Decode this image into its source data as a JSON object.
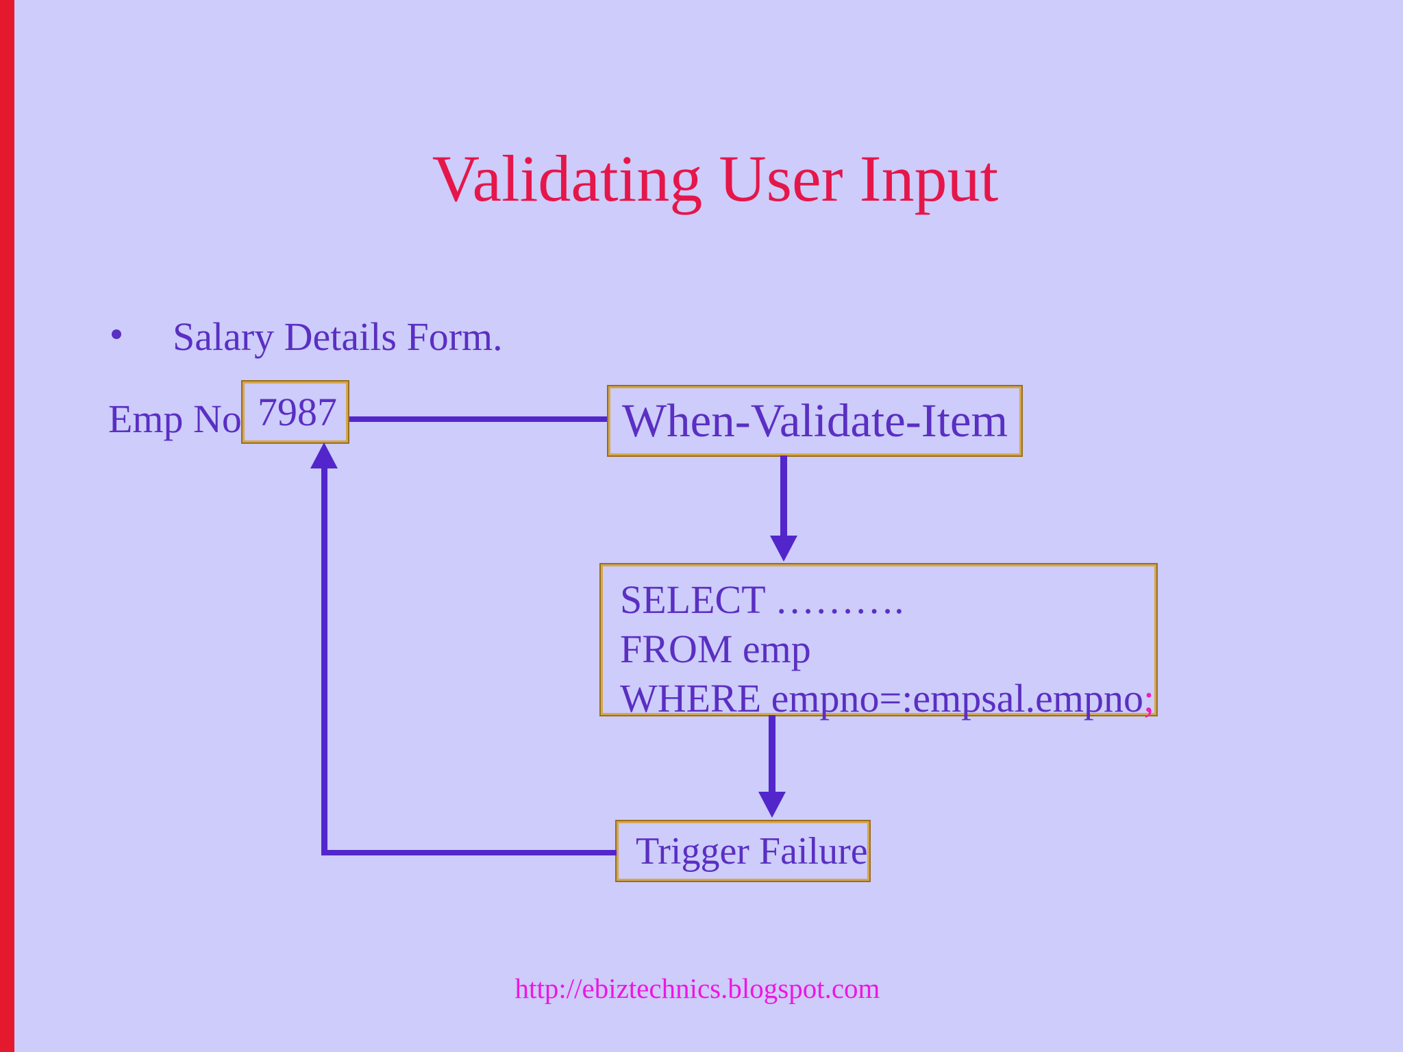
{
  "slide": {
    "title": "Validating User Input",
    "bullet_text": "Salary Details Form.",
    "footer_url": "http://ebiztechnics.blogspot.com"
  },
  "form": {
    "emp_no_label": "Emp No",
    "emp_no_value": "7987"
  },
  "diagram": {
    "event_box_label": "When-Validate-Item",
    "sql_line1": "SELECT  ……….",
    "sql_line2": "FROM emp",
    "sql_line3": "WHERE empno=:empsal.empno",
    "sql_line3_semicolon": ";",
    "failure_box_label": "Trigger Failure"
  },
  "colors": {
    "background": "#cdccfa",
    "left_stripe": "#e4192e",
    "title_text": "#e5164a",
    "body_text": "#5a2fc2",
    "connector": "#5226cb",
    "box_border_outer": "#9a6d1d",
    "box_border_inner": "#d3a74e",
    "semicolon": "#f21bb8",
    "footer_link": "#ee16e2"
  }
}
